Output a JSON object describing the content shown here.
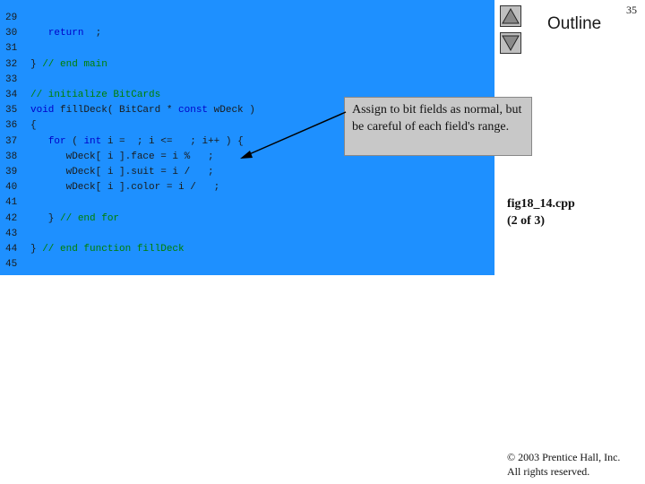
{
  "page_number": "35",
  "outline_label": "Outline",
  "nav": {
    "up_icon": "triangle-up-icon",
    "down_icon": "triangle-down-icon"
  },
  "code_lines": [
    {
      "num": "29",
      "parts": []
    },
    {
      "num": "30",
      "parts": [
        {
          "t": "   ",
          "c": ""
        },
        {
          "t": "return",
          "c": "kw"
        },
        {
          "t": "  ;",
          "c": ""
        }
      ]
    },
    {
      "num": "31",
      "parts": []
    },
    {
      "num": "32",
      "parts": [
        {
          "t": "} ",
          "c": ""
        },
        {
          "t": "// end main",
          "c": "cm"
        }
      ]
    },
    {
      "num": "33",
      "parts": []
    },
    {
      "num": "34",
      "parts": [
        {
          "t": "// initialize BitCards",
          "c": "cm"
        }
      ]
    },
    {
      "num": "35",
      "parts": [
        {
          "t": "void",
          "c": "kw"
        },
        {
          "t": " fillDeck( BitCard * ",
          "c": ""
        },
        {
          "t": "const",
          "c": "kw"
        },
        {
          "t": " wDeck )",
          "c": ""
        }
      ]
    },
    {
      "num": "36",
      "parts": [
        {
          "t": "{",
          "c": ""
        }
      ]
    },
    {
      "num": "37",
      "parts": [
        {
          "t": "   ",
          "c": ""
        },
        {
          "t": "for",
          "c": "kw"
        },
        {
          "t": " ( ",
          "c": ""
        },
        {
          "t": "int",
          "c": "kw"
        },
        {
          "t": " i =  ; i <=   ; i++ ) {",
          "c": ""
        }
      ]
    },
    {
      "num": "38",
      "parts": [
        {
          "t": "      wDeck[ i ].face = i %   ;",
          "c": ""
        }
      ]
    },
    {
      "num": "39",
      "parts": [
        {
          "t": "      wDeck[ i ].suit = i /   ;",
          "c": ""
        }
      ]
    },
    {
      "num": "40",
      "parts": [
        {
          "t": "      wDeck[ i ].color = i /   ;",
          "c": ""
        }
      ]
    },
    {
      "num": "41",
      "parts": []
    },
    {
      "num": "42",
      "parts": [
        {
          "t": "   } ",
          "c": ""
        },
        {
          "t": "// end for",
          "c": "cm"
        }
      ]
    },
    {
      "num": "43",
      "parts": []
    },
    {
      "num": "44",
      "parts": [
        {
          "t": "} ",
          "c": ""
        },
        {
          "t": "// end function fillDeck",
          "c": "cm"
        }
      ]
    },
    {
      "num": "45",
      "parts": []
    }
  ],
  "callout_text": "Assign to bit fields as normal, but be careful of each field's range.",
  "figure_caption_line1": "fig18_14.cpp",
  "figure_caption_line2": "(2 of 3)",
  "copyright_line1": "© 2003 Prentice Hall, Inc.",
  "copyright_line2": "All rights reserved.",
  "colors": {
    "code_bg": "#1e90ff",
    "keyword": "#0000c8",
    "comment": "#008000",
    "callout_bg": "#c8c8c8"
  }
}
